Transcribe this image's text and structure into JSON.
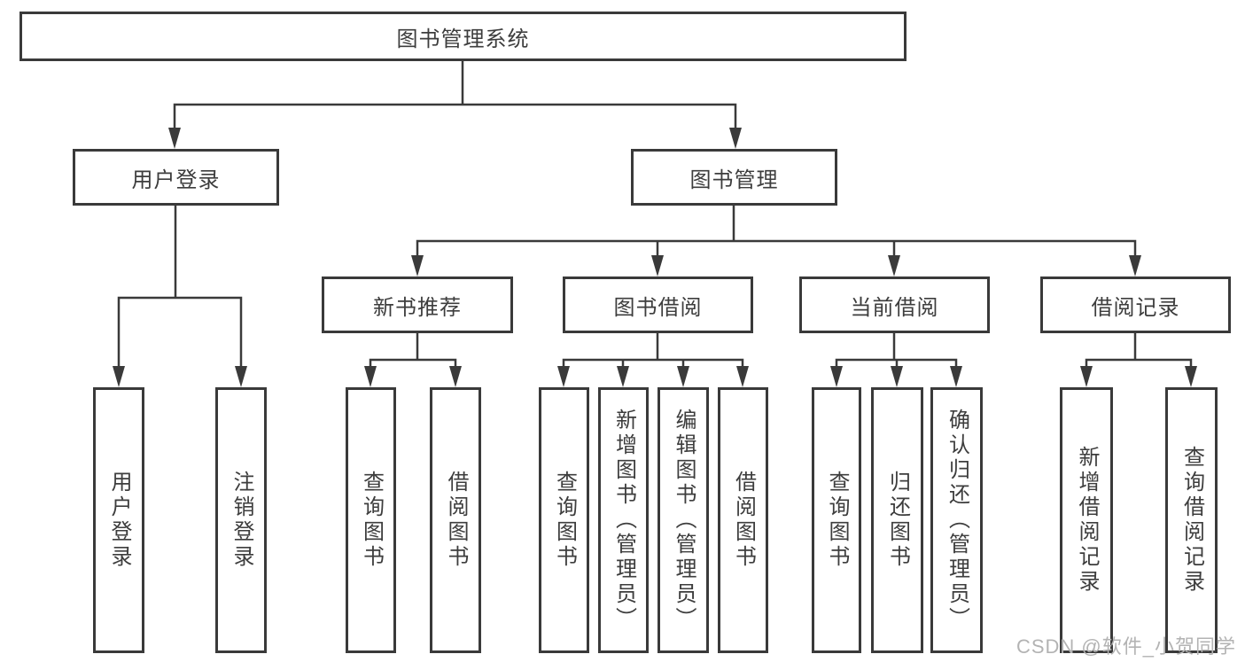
{
  "diagram_title": "图书管理系统",
  "tree": {
    "root": {
      "label": "图书管理系统"
    },
    "branches": [
      {
        "label": "用户登录",
        "children": [
          {
            "label": "用户登录"
          },
          {
            "label": "注销登录"
          }
        ]
      },
      {
        "label": "图书管理",
        "children": [
          {
            "label": "新书推荐",
            "children": [
              {
                "label": "查询图书"
              },
              {
                "label": "借阅图书"
              }
            ]
          },
          {
            "label": "图书借阅",
            "children": [
              {
                "label": "查询图书"
              },
              {
                "label": "新增图书（管理员）"
              },
              {
                "label": "编辑图书（管理员）"
              },
              {
                "label": "借阅图书"
              }
            ]
          },
          {
            "label": "当前借阅",
            "children": [
              {
                "label": "查询图书"
              },
              {
                "label": "归还图书"
              },
              {
                "label": "确认归还（管理员）"
              }
            ]
          },
          {
            "label": "借阅记录",
            "children": [
              {
                "label": "新增借阅记录"
              },
              {
                "label": "查询借阅记录"
              }
            ]
          }
        ]
      }
    ]
  },
  "watermark": {
    "text": "CSDN @软件_小贺同学"
  },
  "colors": {
    "line": "#3a3a3a",
    "border": "#3a3a3a",
    "text": "#3d3d3d",
    "background": "#ffffff",
    "watermark": "#b3b3b3"
  }
}
